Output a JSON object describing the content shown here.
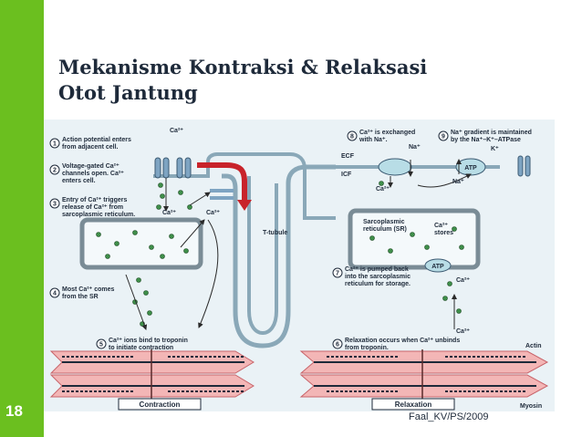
{
  "slide": {
    "title_line1": "Mekanisme Kontraksi & Relaksasi",
    "title_line2": "Otot Jantung",
    "page_number": "18",
    "footer": "Faal_KV/PS/2009"
  },
  "diagram": {
    "labels": {
      "ca_top": "Ca²⁺",
      "step1": [
        "Action potential enters",
        "from adjacent cell."
      ],
      "step2": [
        "Voltage-gated Ca²⁺",
        "channels open. Ca²⁺",
        "enters cell."
      ],
      "step3": [
        "Entry of Ca²⁺ triggers",
        "release of Ca²⁺ from",
        "sarcoplasmic reticulum."
      ],
      "step4": [
        "Most Ca²⁺ comes",
        "from the SR"
      ],
      "step5": [
        "Ca²⁺ ions bind to troponin",
        "to initiate contraction"
      ],
      "step6": [
        "Relaxation occurs when Ca²⁺ unbinds",
        "from troponin."
      ],
      "step7": [
        "Ca²⁺ is pumped back",
        "into the sarcoplasmic",
        "reticulum for storage."
      ],
      "step8": [
        "Ca²⁺ is exchanged",
        "with Na⁺."
      ],
      "step9": [
        "Na⁺ gradient is maintained",
        "by the Na⁺–K⁺–ATPase"
      ],
      "ecf": "ECF",
      "icf": "ICF",
      "na_in": "Na⁺",
      "na_out": "Na⁺",
      "k_in": "K⁺",
      "ca_exchanged": "Ca²⁺",
      "ca_t1": "Ca²⁺",
      "ca_t2": "Ca²⁺",
      "ttubule": "T-tubule",
      "sr_right": [
        "Sarcoplasmic",
        "reticulum (SR)"
      ],
      "ca_stores": [
        "Ca²⁺",
        "stores"
      ],
      "atp_pump": "ATP",
      "atp_nak": "ATP",
      "ca_relax1": "Ca²⁺",
      "ca_relax2": "Ca²⁺",
      "actin": "Actin",
      "myosin": "Myosin",
      "contraction": "Contraction",
      "relaxation": "Relaxation"
    }
  }
}
